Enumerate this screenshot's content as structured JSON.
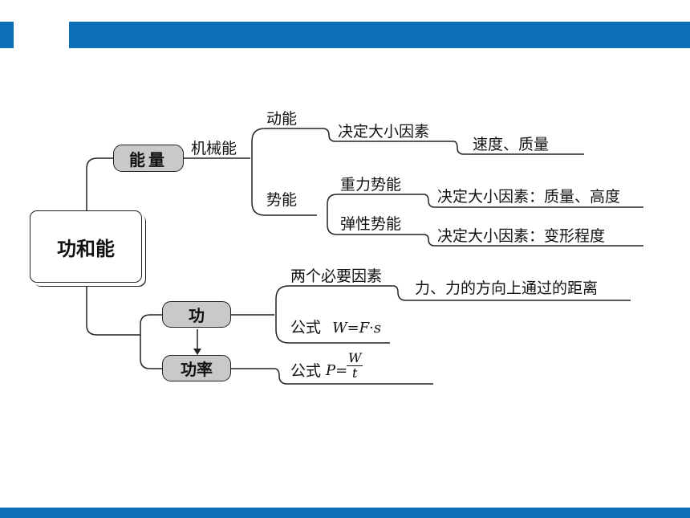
{
  "root": {
    "label": "功和能"
  },
  "energy": {
    "label": "能量",
    "mechanical": "机械能",
    "kinetic": {
      "label": "动能",
      "factor": "决定大小因素",
      "answer": "速度、质量"
    },
    "potential": {
      "label": "势能",
      "gravity": {
        "label": "重力势能",
        "factor": "决定大小因素：质量、高度"
      },
      "elastic": {
        "label": "弹性势能",
        "factor": "决定大小因素：变形程度"
      }
    }
  },
  "work": {
    "label": "功",
    "factors": {
      "label": "两个必要因素",
      "answer": "力、力的方向上通过的距离"
    },
    "formula": {
      "prefix": "公式",
      "expr": "W=F·s"
    }
  },
  "power": {
    "label": "功率",
    "formula": {
      "prefix": "公式",
      "lhs": "P=",
      "num": "W",
      "den": "t"
    }
  }
}
